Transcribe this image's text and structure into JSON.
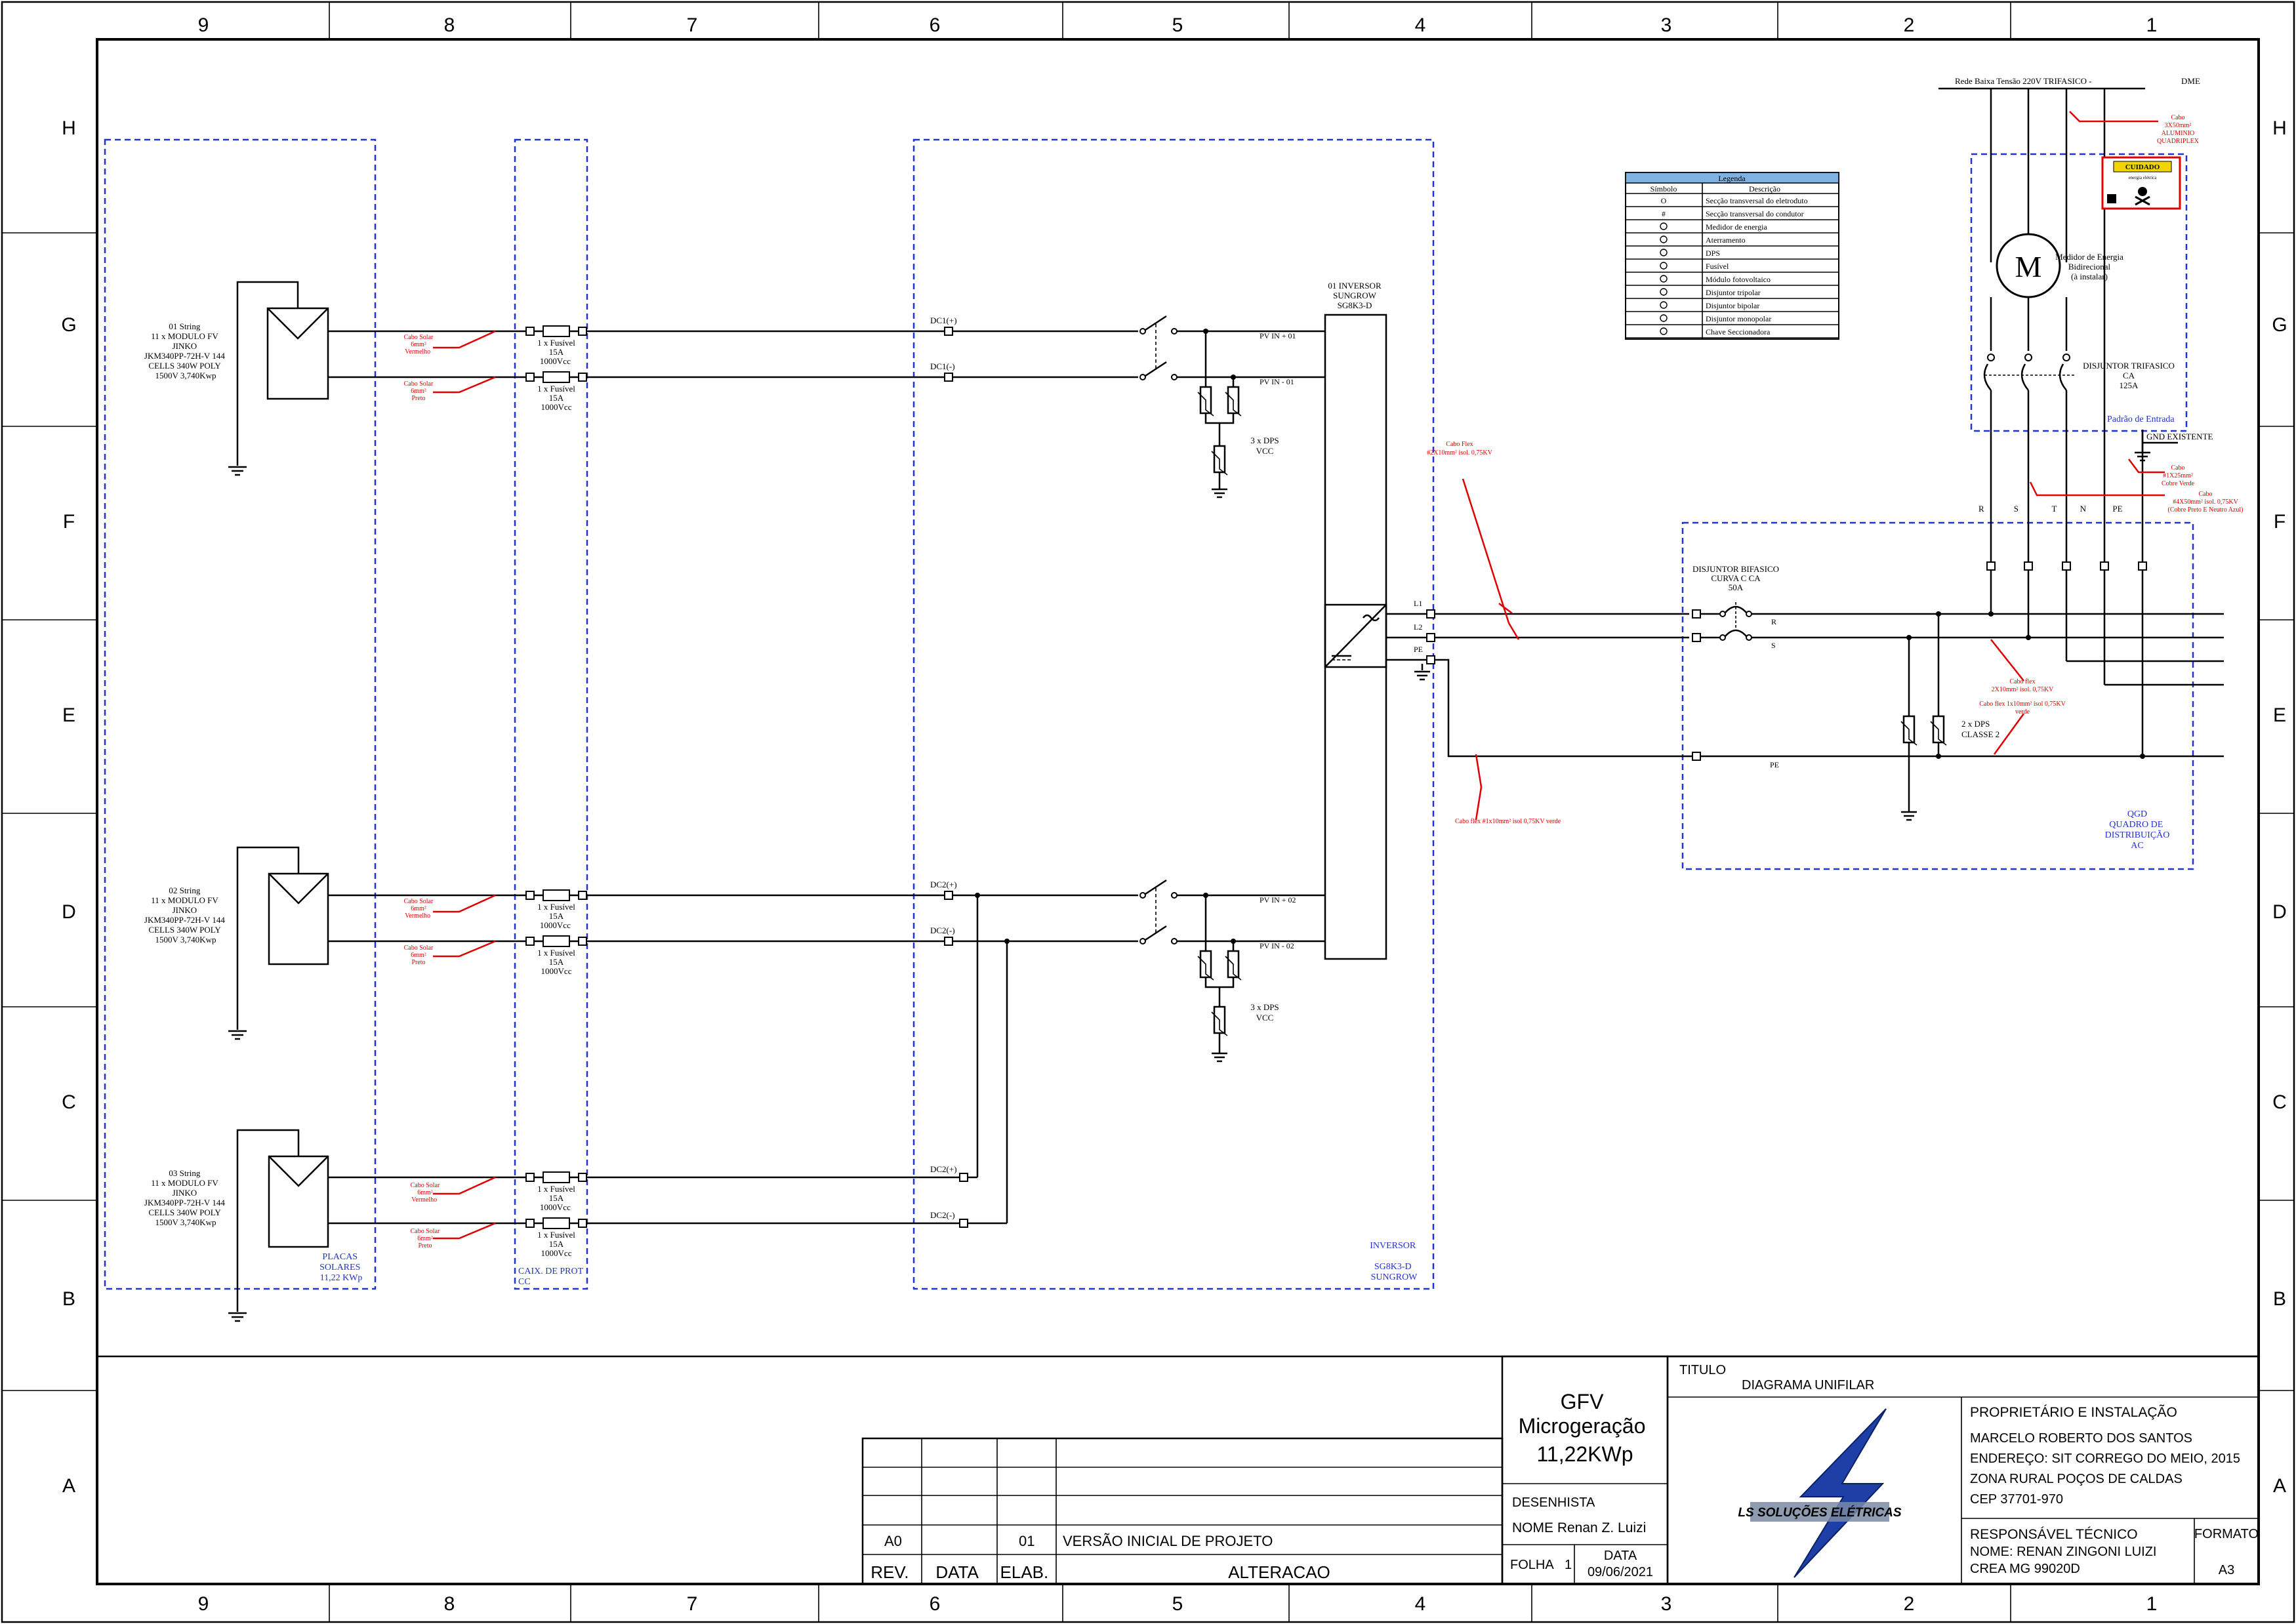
{
  "frame": {
    "cols": [
      "9",
      "8",
      "7",
      "6",
      "5",
      "4",
      "3",
      "2",
      "1"
    ],
    "rows": [
      "H",
      "G",
      "F",
      "E",
      "D",
      "C",
      "B",
      "A"
    ]
  },
  "strings": [
    {
      "name": "01 String",
      "l2": "11 x MODULO FV",
      "l3": "JINKO",
      "l4": "JKM340PP-72H-V 144",
      "l5": "CELLS 340W POLY",
      "l6": "1500V 3,740Kwp",
      "pos_cable": [
        "Cabo Solar",
        "6mm²",
        "Vermelho"
      ],
      "neg_cable": [
        "Cabo Solar",
        "6mm²",
        "Preto"
      ],
      "fuse1": [
        "1 x Fusível",
        "15A",
        "1000Vcc"
      ],
      "fuse2": [
        "1 x Fusível",
        "15A",
        "1000Vcc"
      ],
      "dc_pos": "DC1(+)",
      "dc_neg": "DC1(-)"
    },
    {
      "name": "02 String",
      "l2": "11 x MODULO FV",
      "l3": "JINKO",
      "l4": "JKM340PP-72H-V 144",
      "l5": "CELLS 340W POLY",
      "l6": "1500V 3,740Kwp",
      "pos_cable": [
        "Cabo Solar",
        "6mm²",
        "Vermelho"
      ],
      "neg_cable": [
        "Cabo Solar",
        "6mm²",
        "Preto"
      ],
      "fuse1": [
        "1 x Fusível",
        "15A",
        "1000Vcc"
      ],
      "fuse2": [
        "1 x Fusível",
        "15A",
        "1000Vcc"
      ],
      "dc_pos": "DC2(+)",
      "dc_neg": "DC2(-)"
    },
    {
      "name": "03 String",
      "l2": "11 x MODULO FV",
      "l3": "JINKO",
      "l4": "JKM340PP-72H-V 144",
      "l5": "CELLS 340W POLY",
      "l6": "1500V 3,740Kwp",
      "pos_cable": [
        "Cabo Solar",
        "6mm²",
        "Vermelho"
      ],
      "neg_cable": [
        "Cabo Solar",
        "6mm²",
        "Preto"
      ],
      "fuse1": [
        "1 x Fusível",
        "15A",
        "1000Vcc"
      ],
      "fuse2": [
        "1 x Fusível",
        "15A",
        "1000Vcc"
      ],
      "dc_pos": "DC2(+)",
      "dc_neg": "DC2(-)"
    }
  ],
  "groups": {
    "placas": [
      "PLACAS",
      "SOLARES",
      "11,22 KWp"
    ],
    "caixa": [
      "CAIX. DE PROT",
      "CC"
    ],
    "inversor": [
      "INVERSOR",
      "SG8K3-D",
      "SUNGROW"
    ]
  },
  "inverter": {
    "title": [
      "01 INVERSOR",
      "SUNGROW",
      "SG8K3-D"
    ],
    "pv_in_pos_1": "PV IN + 01",
    "pv_in_neg_1": "PV IN - 01",
    "pv_in_pos_2": "PV IN + 02",
    "pv_in_neg_2": "PV IN - 02",
    "dps": [
      "3 x DPS",
      "VCC"
    ],
    "out_l1": "L1",
    "out_l2": "L2",
    "out_pe": "PE"
  },
  "ac_cables": {
    "flex": [
      "Cabo Flex",
      "#2X10mm² isol. 0,75KV"
    ],
    "flex_pe": "Cabo flex #1x10mm² isol 0,75KV verde"
  },
  "qgd": {
    "breaker": [
      "DISJUNTOR BIFASICO",
      "CURVA C CA",
      "50A"
    ],
    "r": "R",
    "s": "S",
    "pe": "PE",
    "dps": [
      "2 x DPS",
      "CLASSE 2"
    ],
    "cable_fas": [
      "Cabo flex",
      "2X10mm² isol. 0,75KV"
    ],
    "cable_pe": [
      "Cabo flex 1x10mm² isol 0,75KV",
      "verde"
    ],
    "label": [
      "QGD",
      "QUADRO DE",
      "DISTRIBUIÇÃO",
      "AC"
    ]
  },
  "entrance": {
    "network": "Rede Baixa Tensão 220V TRIFASICO -",
    "dme": "DME",
    "cable_top": [
      "Cabo",
      "3X50mm²",
      "ALUMINIO",
      "QUADRIPLEX"
    ],
    "warning": [
      "CUIDADO",
      "energia elétrica"
    ],
    "meter": [
      "Medidor de Energia",
      "Bidirecional",
      "(à instalar)"
    ],
    "meter_symbol": "M",
    "breaker": [
      "DISJUNTOR TRIFASICO",
      "CA",
      "125A"
    ],
    "label": "Padrão de Entrada",
    "gnd": "GND EXISTENTE",
    "cable_gnd": [
      "Cabo",
      "#1X25mm²",
      "Cobre Verde"
    ],
    "cable_phase": [
      "Cabo",
      "#4X50mm² isol. 0,75KV",
      "(Cobre Preto E Neutro Azul)"
    ],
    "phases": [
      "R",
      "S",
      "T",
      "N",
      "PE"
    ]
  },
  "legend": {
    "title": "Legenda",
    "h_symbol": "Símbolo",
    "h_desc": "Descrição",
    "rows": [
      {
        "sym": "O",
        "desc": "Secção transversal do eletroduto"
      },
      {
        "sym": "#",
        "desc": "Secção transversal do condutor"
      },
      {
        "sym": "",
        "desc": "Medidor de energia"
      },
      {
        "sym": "",
        "desc": "Aterramento"
      },
      {
        "sym": "",
        "desc": "DPS"
      },
      {
        "sym": "",
        "desc": "Fusível"
      },
      {
        "sym": "",
        "desc": "Módulo fotovoltaico"
      },
      {
        "sym": "",
        "desc": "Disjuntor tripolar"
      },
      {
        "sym": "",
        "desc": "Disjuntor bipolar"
      },
      {
        "sym": "",
        "desc": "Disjuntor monopolar"
      },
      {
        "sym": "",
        "desc": "Chave Seccionadora"
      }
    ]
  },
  "titleblock": {
    "gfv": [
      "GFV",
      "Microgeração",
      "11,22KWp"
    ],
    "desenhista_label": "DESENHISTA",
    "desenhista": "NOME Renan Z. Luizi",
    "folha_label": "FOLHA",
    "folha": "1",
    "data_label": "DATA",
    "data": "09/06/2021",
    "titulo_label": "TITULO",
    "titulo": "DIAGRAMA UNIFILAR",
    "logo_text": "LS SOLUÇÕES ELÉTRICAS",
    "owner_label": "PROPRIETÁRIO E INSTALAÇÃO",
    "owner": [
      "MARCELO ROBERTO DOS SANTOS",
      "ENDEREÇO: SIT CORREGO DO MEIO, 2015",
      "ZONA RURAL POÇOS DE CALDAS",
      "CEP 37701-970"
    ],
    "resp_label": "RESPONSÁVEL TÉCNICO",
    "resp": [
      "NOME: RENAN ZINGONI LUIZI",
      "CREA     MG 99020D"
    ],
    "formato_label": "FORMATO",
    "formato": "A3",
    "rev_row": {
      "rev": "A0",
      "elab": "01",
      "alt": "VERSÃO INICIAL DE PROJETO"
    },
    "rev_headers": {
      "rev": "REV.",
      "data": "DATA",
      "elab": "ELAB.",
      "alt": "ALTERACAO"
    }
  }
}
